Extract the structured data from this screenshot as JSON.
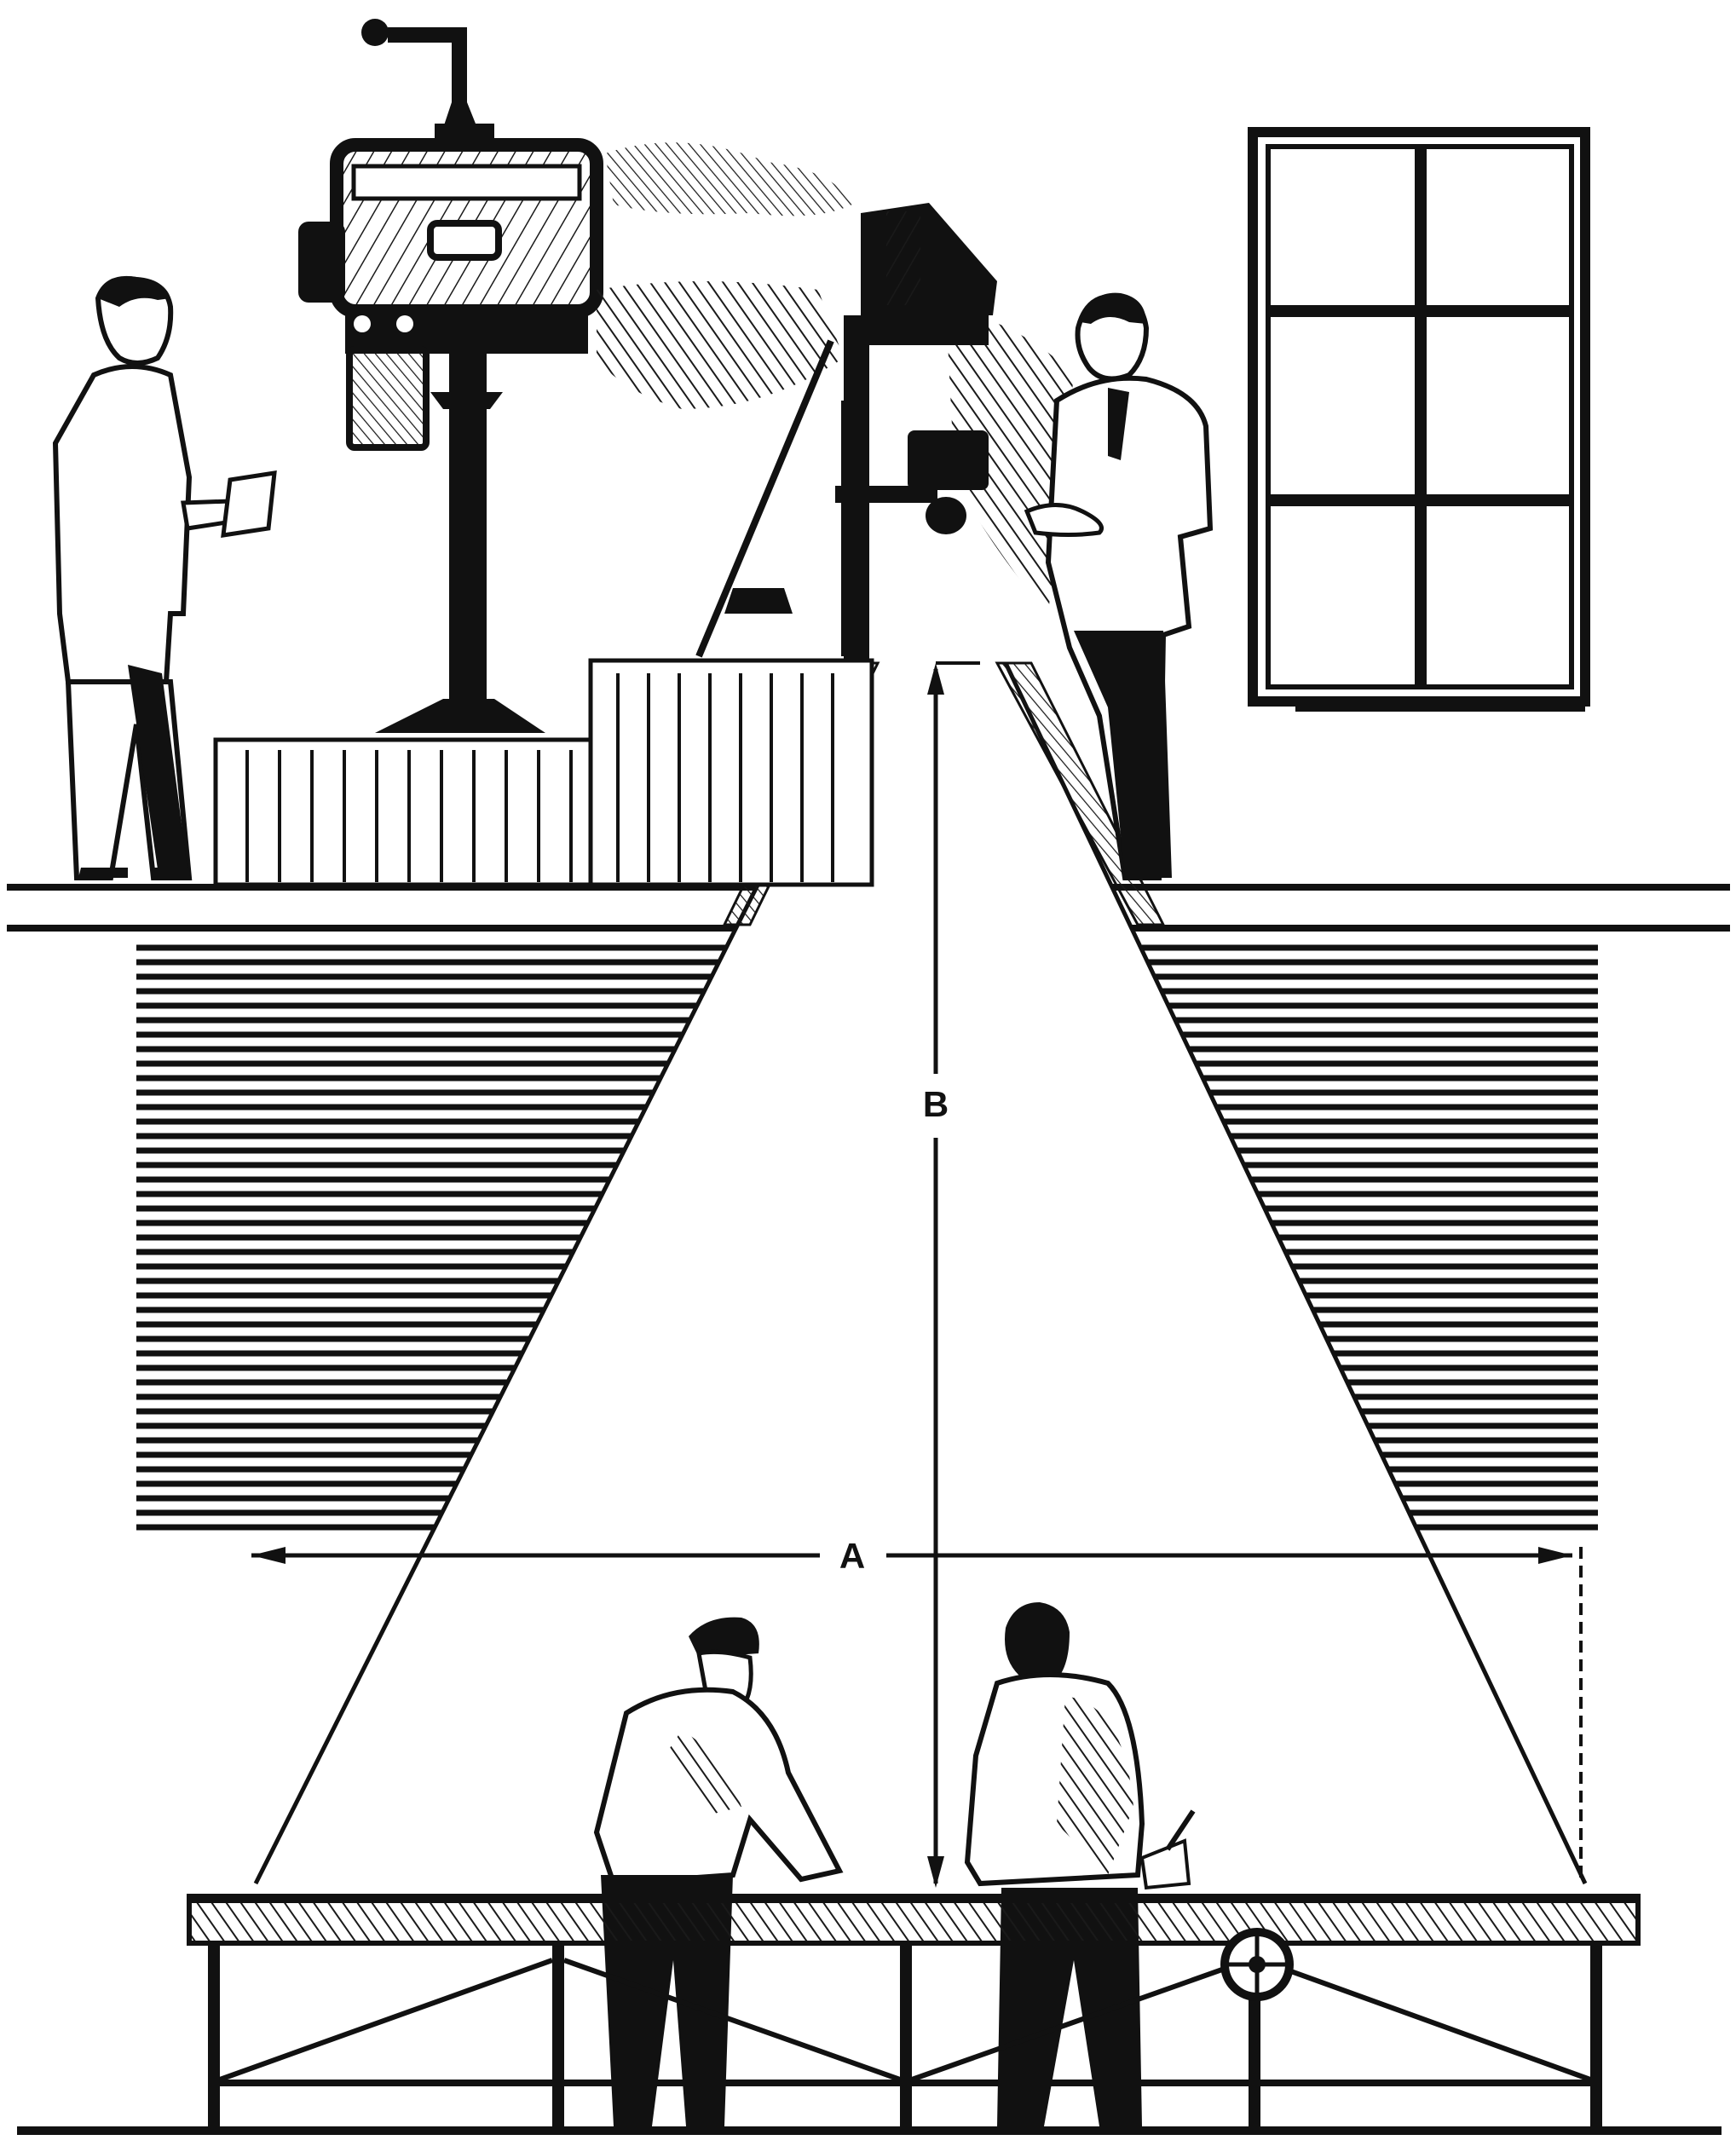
{
  "figure": {
    "labels": {
      "projection_width": "A",
      "projection_distance": "B"
    },
    "colors": {
      "ink": "#111111",
      "paper": "#ffffff",
      "hatch": "#1a1a1a"
    },
    "elements": [
      "copy-camera-icon",
      "camera-stand-icon",
      "projector-lamp-icon",
      "window-icon",
      "upper-floor-platform",
      "projection-light-cone",
      "layout-table-icon",
      "person-left-upper-icon",
      "person-right-upper-icon",
      "worker-cap-icon",
      "worker-right-icon"
    ]
  }
}
